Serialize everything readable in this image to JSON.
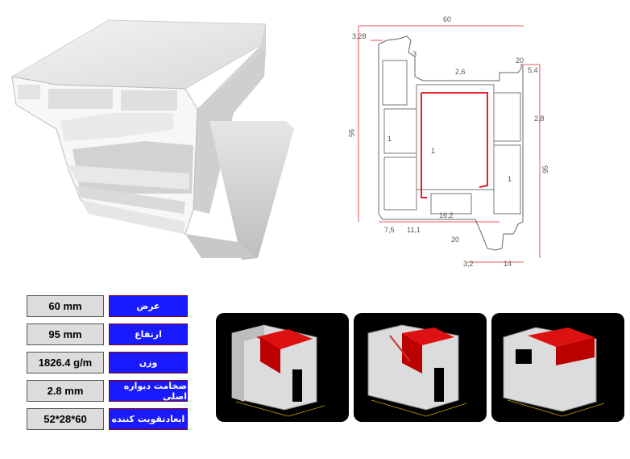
{
  "specs": [
    {
      "label": "عرض",
      "value": "60 mm"
    },
    {
      "label": "ارتفاع",
      "value": "95 mm"
    },
    {
      "label": "وزن",
      "value": "1826.4 g/m"
    },
    {
      "label": "ضخامت دیواره اصلی",
      "value": "2.8 mm"
    },
    {
      "label": "ابعادتقویت کننده",
      "value": "52*28*60"
    }
  ],
  "drawing": {
    "dims": {
      "width": "60",
      "height_left": "95",
      "height_right": "95",
      "d328": "3,28",
      "d3": "3",
      "d20_top": "20",
      "d54": "5,4",
      "d26": "2,6",
      "d28": "2,8",
      "d1_a": "1",
      "d1_b": "1",
      "d1_c": "1",
      "d75": "7,5",
      "d111": "11,1",
      "d162": "16,2",
      "d20_bottom": "20",
      "d32": "3,2",
      "d14": "14"
    }
  },
  "colors": {
    "reinforcement": "#e8212a",
    "label_bg": "#1a1aff",
    "value_bg": "#dcdcdc"
  }
}
